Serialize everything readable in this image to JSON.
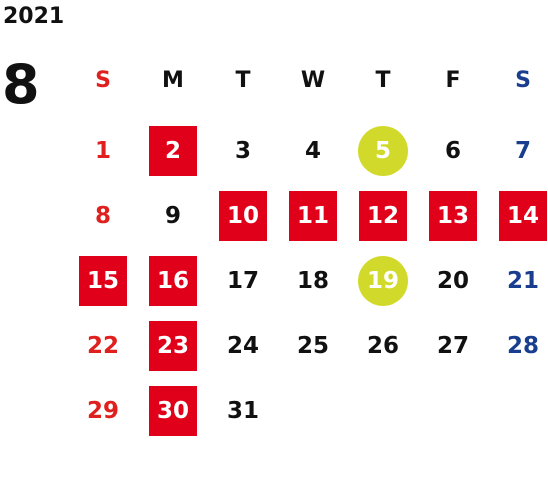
{
  "year": "2021",
  "month": "8",
  "weekdays": [
    "S",
    "M",
    "T",
    "W",
    "T",
    "F",
    "S"
  ],
  "weekday_colors": [
    "#e0201e",
    "#111111",
    "#111111",
    "#111111",
    "#111111",
    "#111111",
    "#1a3e8f"
  ],
  "colors": {
    "holiday_red": "#e0001a",
    "highlight_yellow": "#d1da2a",
    "sunday": "#e0201e",
    "saturday": "#1a3e8f"
  },
  "weeks": [
    [
      {
        "d": "1"
      },
      {
        "d": "2",
        "mark": "square"
      },
      {
        "d": "3"
      },
      {
        "d": "4"
      },
      {
        "d": "5",
        "mark": "circle"
      },
      {
        "d": "6"
      },
      {
        "d": "7"
      }
    ],
    [
      {
        "d": "8"
      },
      {
        "d": "9"
      },
      {
        "d": "10",
        "mark": "square"
      },
      {
        "d": "11",
        "mark": "square"
      },
      {
        "d": "12",
        "mark": "square"
      },
      {
        "d": "13",
        "mark": "square"
      },
      {
        "d": "14",
        "mark": "square"
      }
    ],
    [
      {
        "d": "15",
        "mark": "square"
      },
      {
        "d": "16",
        "mark": "square"
      },
      {
        "d": "17"
      },
      {
        "d": "18"
      },
      {
        "d": "19",
        "mark": "circle"
      },
      {
        "d": "20"
      },
      {
        "d": "21"
      }
    ],
    [
      {
        "d": "22"
      },
      {
        "d": "23",
        "mark": "square"
      },
      {
        "d": "24"
      },
      {
        "d": "25"
      },
      {
        "d": "26"
      },
      {
        "d": "27"
      },
      {
        "d": "28"
      }
    ],
    [
      {
        "d": "29"
      },
      {
        "d": "30",
        "mark": "square"
      },
      {
        "d": "31"
      }
    ]
  ]
}
